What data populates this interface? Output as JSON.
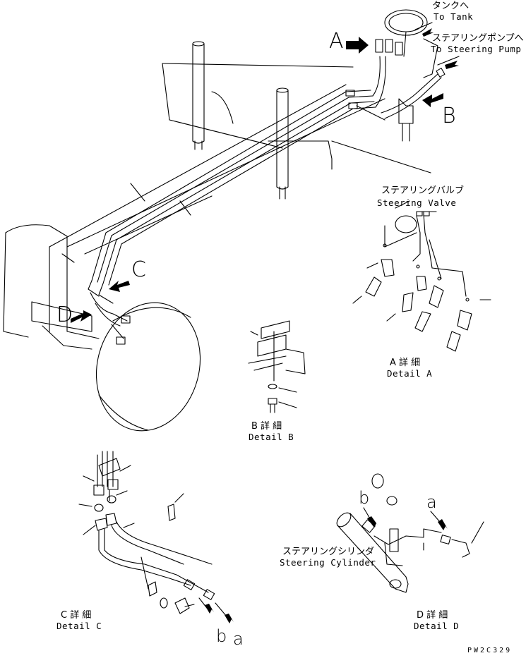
{
  "labels": {
    "to_tank_jp": "タンクへ",
    "to_tank_en": "To Tank",
    "to_pump_jp": "ステアリングポンプへ",
    "to_pump_en": "To Steering Pump",
    "steering_valve_jp": "ステアリングバルブ",
    "steering_valve_en": "Steering Valve",
    "steering_cyl_jp": "ステアリングシリンダ",
    "steering_cyl_en": "Steering Cylinder"
  },
  "view_arrows": {
    "a": "A",
    "b": "B",
    "c": "C",
    "d": "D"
  },
  "details": {
    "a_jp": "A 詳 細",
    "a_en": "Detail A",
    "b_jp": "B 詳 細",
    "b_en": "Detail B",
    "c_jp": "C 詳 細",
    "c_en": "Detail C",
    "d_jp": "D 詳 細",
    "d_en": "Detail D"
  },
  "connection_marks": {
    "b_lower": "b",
    "a_lower": "a",
    "b_cyl": "b",
    "a_cyl": "a"
  },
  "drawing_code": "PW2C329"
}
